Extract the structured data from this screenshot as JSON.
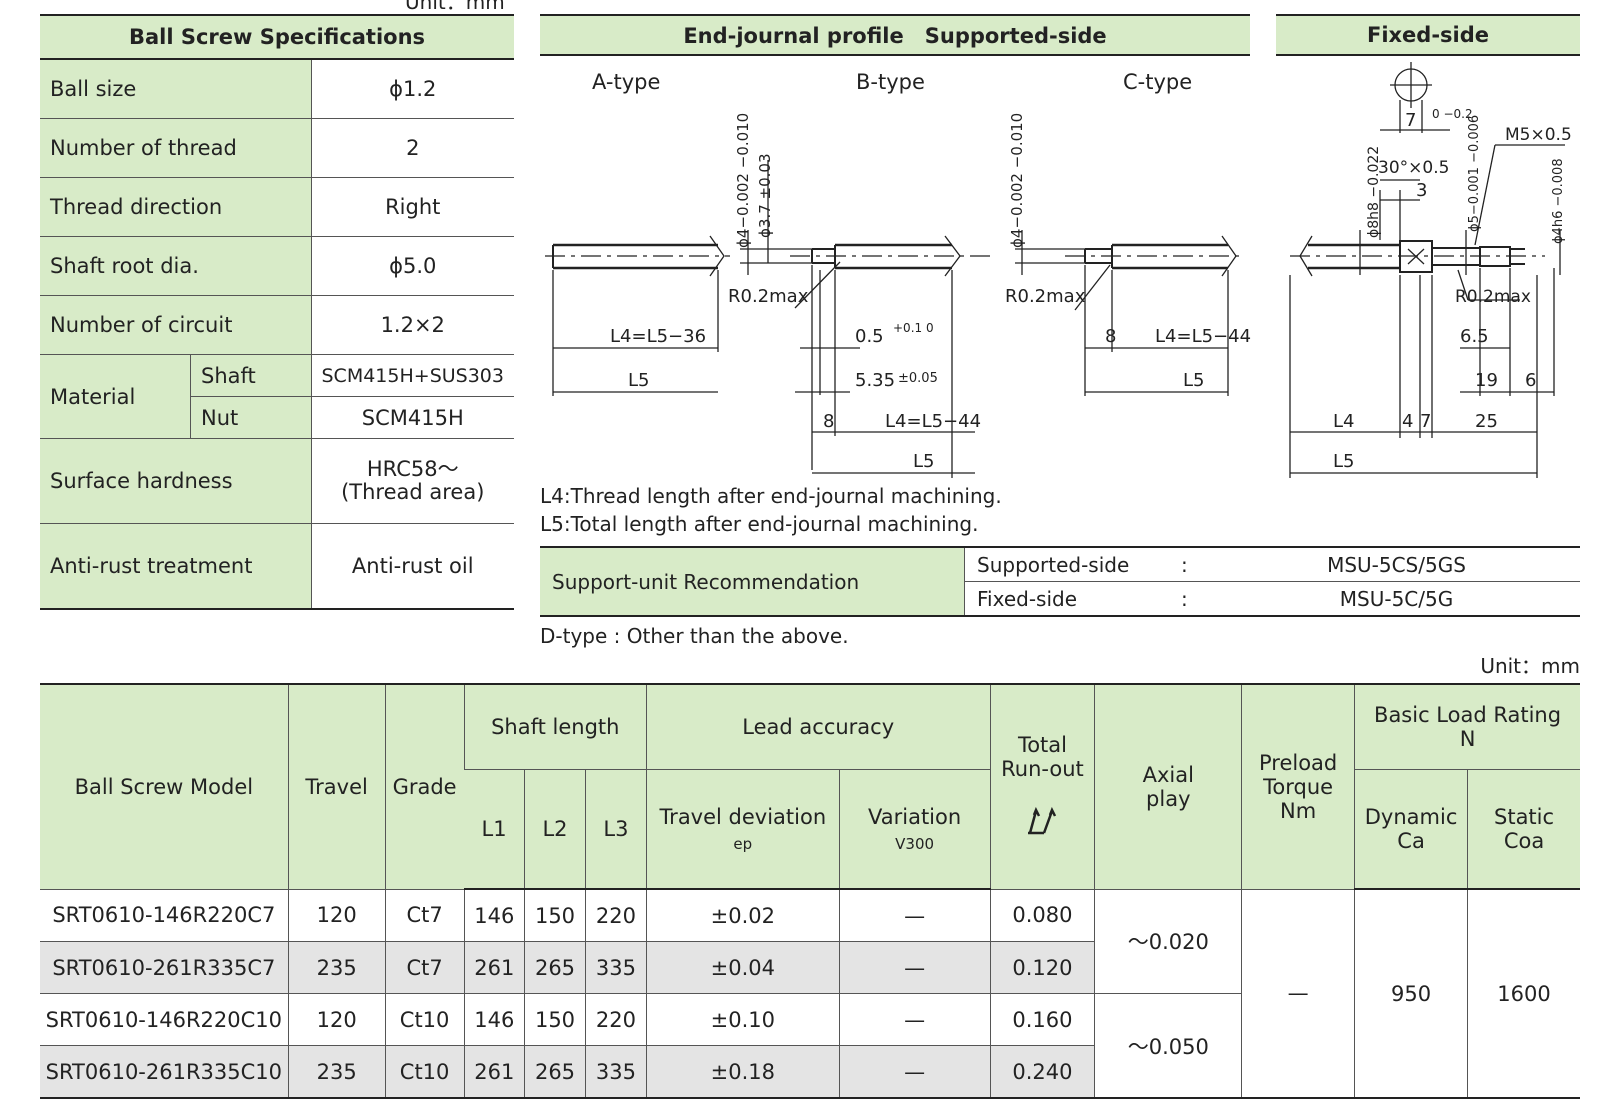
{
  "unit_top": "Unit：mm",
  "spec": {
    "title": "Ball Screw Specifications",
    "rows": [
      {
        "label": "Ball size",
        "value": "ϕ1.2"
      },
      {
        "label": "Number of thread",
        "value": "2"
      },
      {
        "label": "Thread direction",
        "value": "Right"
      },
      {
        "label": "Shaft root dia.",
        "value": "ϕ5.0"
      },
      {
        "label": "Number of circuit",
        "value": "1.2×2"
      }
    ],
    "material_label": "Material",
    "material_shaft_label": "Shaft",
    "material_shaft_value": "SCM415H+SUS303",
    "material_nut_label": "Nut",
    "material_nut_value": "SCM415H",
    "hardness_label": "Surface hardness",
    "hardness_value_1": "HRC58～",
    "hardness_value_2": "(Thread area)",
    "rust_label": "Anti-rust treatment",
    "rust_value": "Anti-rust oil"
  },
  "journal": {
    "title": "End-journal profile　Supported-side",
    "type_a": "A-type",
    "type_b": "B-type",
    "type_c": "C-type",
    "fixed_title": "Fixed-side",
    "dims": {
      "a_l4": "L4=L5−36",
      "a_l5": "L5",
      "b_phi4": "ϕ4−0.002 −0.010",
      "b_phi37": "ϕ3.7 ±0.03",
      "b_r02": "R0.2max",
      "b_05": "0.5",
      "b_05_tol": "+0.1 0",
      "b_535": "5.35",
      "b_535_tol": "±0.05",
      "b_8": "8",
      "b_l4": "L4=L5−44",
      "b_l5": "L5",
      "c_phi4": "ϕ4−0.002 −0.010",
      "c_r02": "R0.2max",
      "c_8": "8",
      "c_l4": "L4=L5−44",
      "c_l5": "L5",
      "f_7": "7",
      "f_7_tol": "0 −0.2",
      "f_m5": "M5×0.5",
      "f_30": "30°×0.5",
      "f_3": "3",
      "f_phi8": "ϕ8h8 −0.022",
      "f_phi5": "ϕ5−0.001 −0.006",
      "f_phi4": "ϕ4h6 −0.008",
      "f_r02": "R0.2max",
      "f_65": "6.5",
      "f_19": "19",
      "f_6": "6",
      "f_l4": "L4",
      "f_4": "4",
      "f_7b": "7",
      "f_25": "25",
      "f_l5": "L5"
    }
  },
  "notes": {
    "l4": "L4:Thread length after end-journal machining.",
    "l5": "L5:Total length after end-journal machining.",
    "dtype": "D-type : Other than the above."
  },
  "support": {
    "title": "Support-unit Recommendation",
    "supported_label": "Supported-side",
    "supported_value": "MSU-5CS/5GS",
    "fixed_label": "Fixed-side",
    "fixed_value": "MSU-5C/5G",
    "colon": ":"
  },
  "unit_main": "Unit：mm",
  "table": {
    "h_model": "Ball Screw Model",
    "h_travel": "Travel",
    "h_grade": "Grade",
    "h_shaft": "Shaft length",
    "h_l1": "L1",
    "h_l2": "L2",
    "h_l3": "L3",
    "h_lead": "Lead accuracy",
    "h_dev": "Travel deviation",
    "h_dev_sub": "ep",
    "h_var": "Variation",
    "h_var_sub": "V300",
    "h_runout_1": "Total",
    "h_runout_2": "Run-out",
    "h_axial_1": "Axial",
    "h_axial_2": "play",
    "h_preload_1": "Preload",
    "h_preload_2": "Torque",
    "h_preload_3": "Nm",
    "h_load": "Basic Load Rating",
    "h_load_unit": "N",
    "h_dyn_1": "Dynamic",
    "h_dyn_2": "Ca",
    "h_stat_1": "Static",
    "h_stat_2": "Coa",
    "rows": [
      {
        "model": "SRT0610-146R220C7",
        "travel": "120",
        "grade": "Ct7",
        "l1": "146",
        "l2": "150",
        "l3": "220",
        "dev": "±0.02",
        "var": "—",
        "runout": "0.080"
      },
      {
        "model": "SRT0610-261R335C7",
        "travel": "235",
        "grade": "Ct7",
        "l1": "261",
        "l2": "265",
        "l3": "335",
        "dev": "±0.04",
        "var": "—",
        "runout": "0.120"
      },
      {
        "model": "SRT0610-146R220C10",
        "travel": "120",
        "grade": "Ct10",
        "l1": "146",
        "l2": "150",
        "l3": "220",
        "dev": "±0.10",
        "var": "—",
        "runout": "0.160"
      },
      {
        "model": "SRT0610-261R335C10",
        "travel": "235",
        "grade": "Ct10",
        "l1": "261",
        "l2": "265",
        "l3": "335",
        "dev": "±0.18",
        "var": "—",
        "runout": "0.240"
      }
    ],
    "axial_1": "～0.020",
    "axial_2": "～0.050",
    "preload": "—",
    "dynamic": "950",
    "static": "1600"
  }
}
